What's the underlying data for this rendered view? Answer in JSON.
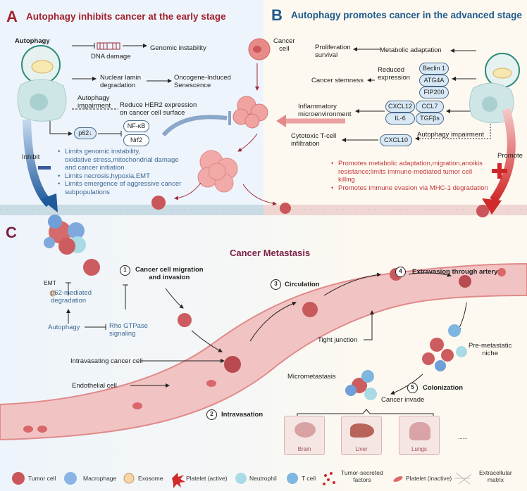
{
  "panel_a": {
    "letter": "A",
    "title": "Autophagy inhibits cancer at the early stage",
    "autophagy_label": "Autophagy",
    "dna_damage": "DNA damage",
    "genomic_instability": "Genomic instability",
    "nuclear_lamin": "Nuclear lamin\ndegradation",
    "oncogene": "Oncogene-Induced\nSenescence",
    "impairment": "Autophagy\nimpairment",
    "her2": "Reduce HER2 expression\non cancer cell surface",
    "p62": "p62",
    "nfkb": "NF-κB",
    "nrf2": "Nrf2",
    "inhibit": "Inhibit",
    "bullets": [
      "Limits genomic instability,\noxidative stress,mitochondrial damage\nand cancer initiation",
      "Limits necrosis,hypoxia,EMT",
      "Limits emergence of aggressive cancer\nsubpopulations"
    ]
  },
  "panel_b": {
    "letter": "B",
    "title": "Autophagy promotes cancer in the advanced stage",
    "cancer_cell": "Cancer\ncell",
    "proliferation": "Proliferation\nsurvival",
    "metabolic": "Metabolic adaptation",
    "reduced": "Reduced\nexpression",
    "stemness": "Cancer stemness",
    "pills_stem": [
      "Beclin 1",
      "ATG4A",
      "FIP200"
    ],
    "inflammatory": "Inflammatory\nmicroenvironment",
    "pills_inflam": [
      "CXCL12",
      "CCL7",
      "IL-6",
      "TGFβs"
    ],
    "cytotoxic": "Cytotoxic T-cell\ninfiltration",
    "cxcl10": "CXCL10",
    "impairment": "Autophagy impairment",
    "promote": "Promote",
    "bullets": [
      "Promotes metabolic adaptation,migration,anoikis\nresistance;limits immune-mediated tumor cell\nkilling",
      "Promotes immune evasion via MHC-1 degradation"
    ]
  },
  "panel_c": {
    "letter": "C",
    "title": "Cancer Metastasis",
    "emt": "EMT",
    "p62_deg": "p62-mediated\ndegradation",
    "autophagy": "Autophagy",
    "rho": "Rho GTPase\nsignaling",
    "steps": [
      {
        "n": "1",
        "label": "Cancer cell migration\nand invasion"
      },
      {
        "n": "2",
        "label": "Intravasation"
      },
      {
        "n": "3",
        "label": "Circulation"
      },
      {
        "n": "4",
        "label": "Extravasion through artery"
      },
      {
        "n": "5",
        "label": "Colonization"
      }
    ],
    "intravasating": "Intravasating cancer cell",
    "endothelial": "Endothelial cell",
    "tight_junction": "Tight junction",
    "pre_metastatic": "Pre-metastatic\nniche",
    "micrometastasis": "Micrometastasis",
    "cancer_invade": "Cancer invade",
    "organs": [
      "Brain",
      "Liver",
      "Lungs"
    ],
    "more": "......"
  },
  "legend": [
    "Tumor cell",
    "Macrophage",
    "Exosome",
    "Platelet (active)",
    "Neutrophil",
    "T cell",
    "Tumor-secreted\nfactors",
    "Platelet (inactive)",
    "Extracellular\nmatrix"
  ],
  "colors": {
    "panel_a": "#a3222f",
    "panel_b": "#1f5a8c",
    "panel_c": "#7a2048",
    "tumor": "#c9565a",
    "vessel": "#f2c3c3"
  }
}
